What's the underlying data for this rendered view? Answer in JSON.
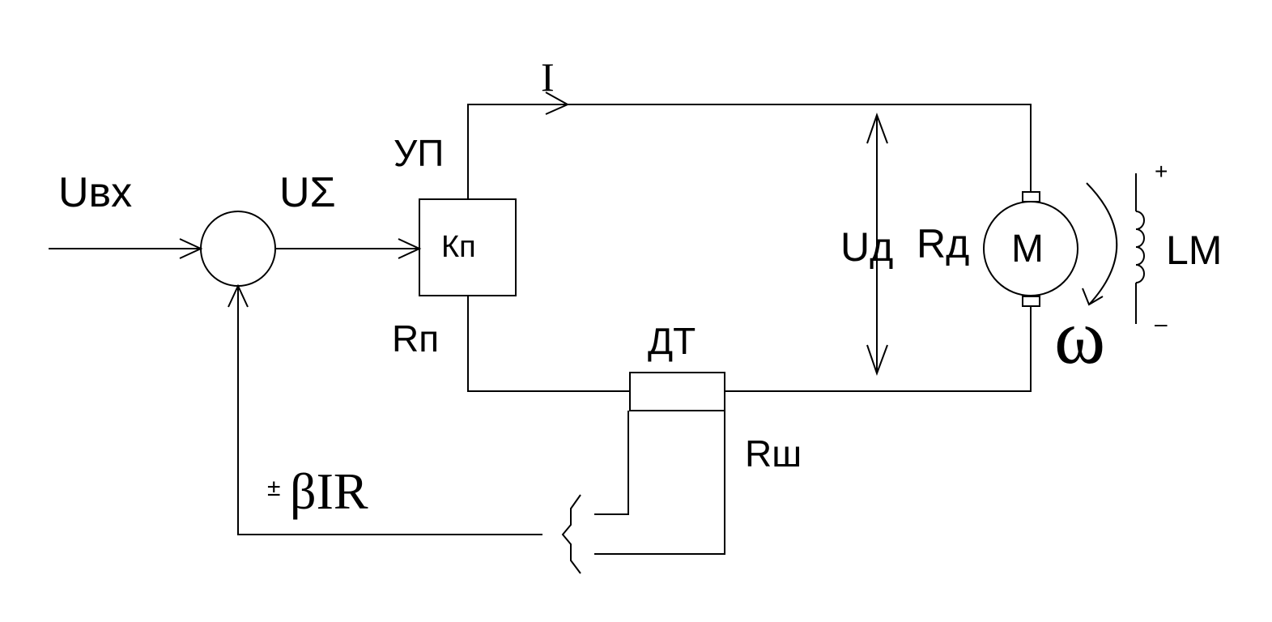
{
  "labels": {
    "u_in": "Uвх",
    "u_sum": "UΣ",
    "current": "I",
    "converter": "УП",
    "converter_gain": "Кп",
    "converter_resistance": "Rп",
    "motor_voltage": "Uд",
    "motor_resistance": "Rд",
    "motor": "M",
    "field_winding": "LM",
    "field_plus": "+",
    "field_minus": "–",
    "angular_speed": "ω",
    "current_sensor": "ДТ",
    "shunt_resistance": "Rш",
    "feedback_sign": "±",
    "feedback": "βIR"
  }
}
